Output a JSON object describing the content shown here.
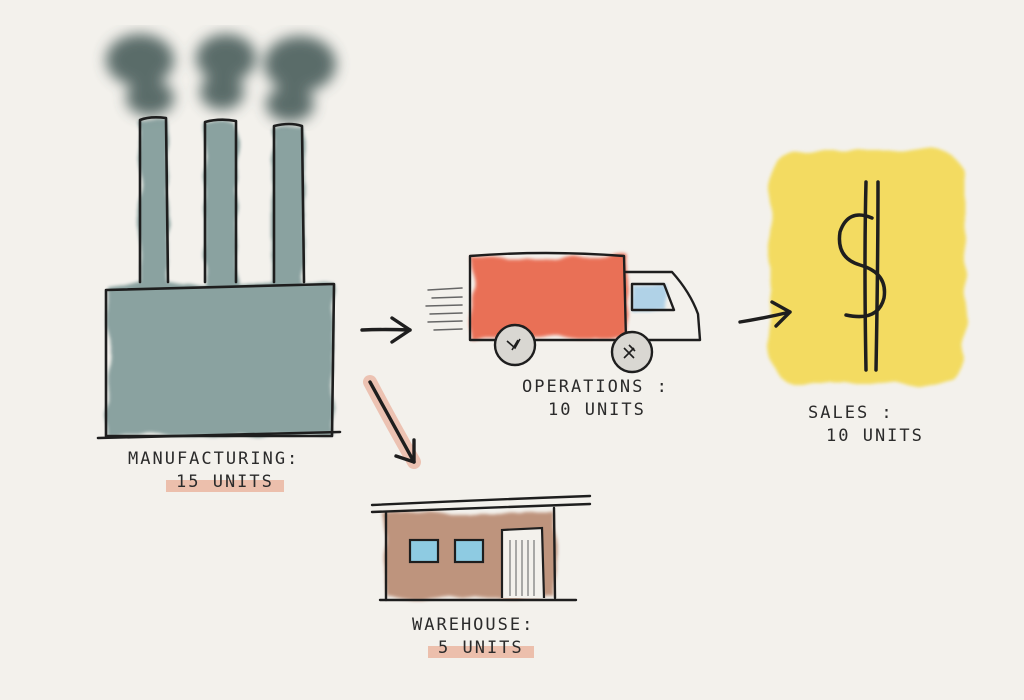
{
  "nodes": {
    "manufacturing": {
      "title": "Manufacturing:",
      "value": "15 units",
      "icon": "factory-icon"
    },
    "operations": {
      "title": "Operations :",
      "value": "10 units",
      "icon": "truck-icon"
    },
    "sales": {
      "title": "Sales :",
      "value": "10 units",
      "icon": "dollar-sign-icon"
    },
    "warehouse": {
      "title": "Warehouse:",
      "value": "5 units",
      "icon": "warehouse-icon"
    }
  },
  "colors": {
    "background": "#f3f1ec",
    "smoke": "#3f5552",
    "factory_fill": "#7f9a98",
    "truck_box": "#e85a3c",
    "truck_window": "#a9cfe7",
    "sales_bg": "#f3d84a",
    "warehouse_fill": "#b98a72",
    "highlight": "#e6967a",
    "ink": "#1e1e1e"
  }
}
